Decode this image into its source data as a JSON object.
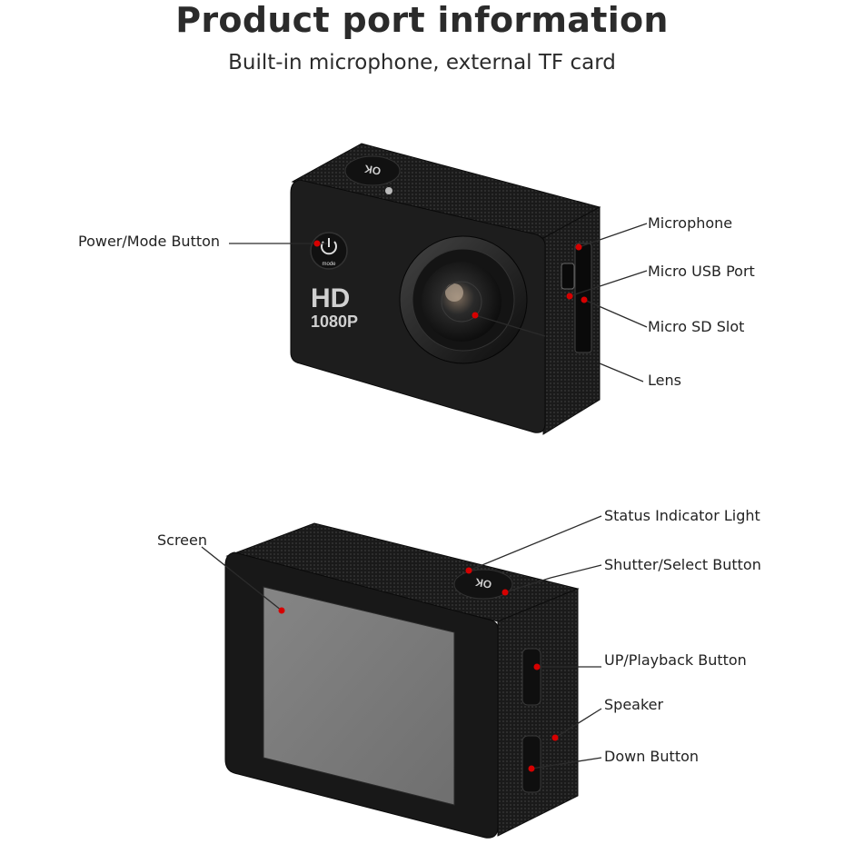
{
  "header": {
    "title": "Product port information",
    "subtitle": "Built-in microphone, external TF card"
  },
  "front_view": {
    "body_print": {
      "hd": "HD",
      "res": "1080P",
      "ok": "OK",
      "mode": "mode"
    },
    "callouts": {
      "power_mode": "Power/Mode Button",
      "microphone": "Microphone",
      "micro_usb": "Micro USB Port",
      "micro_sd": "Micro SD Slot",
      "lens": "Lens"
    }
  },
  "back_view": {
    "body_print": {
      "ok": "OK"
    },
    "callouts": {
      "screen": "Screen",
      "status_light": "Status Indicator Light",
      "shutter": "Shutter/Select Button",
      "up_playback": "UP/Playback Button",
      "speaker": "Speaker",
      "down": "Down Button"
    }
  },
  "colors": {
    "marker": "#d60000",
    "body": "#1c1c1c",
    "screen": "#7a7a7a",
    "line": "#2b2b2b"
  }
}
